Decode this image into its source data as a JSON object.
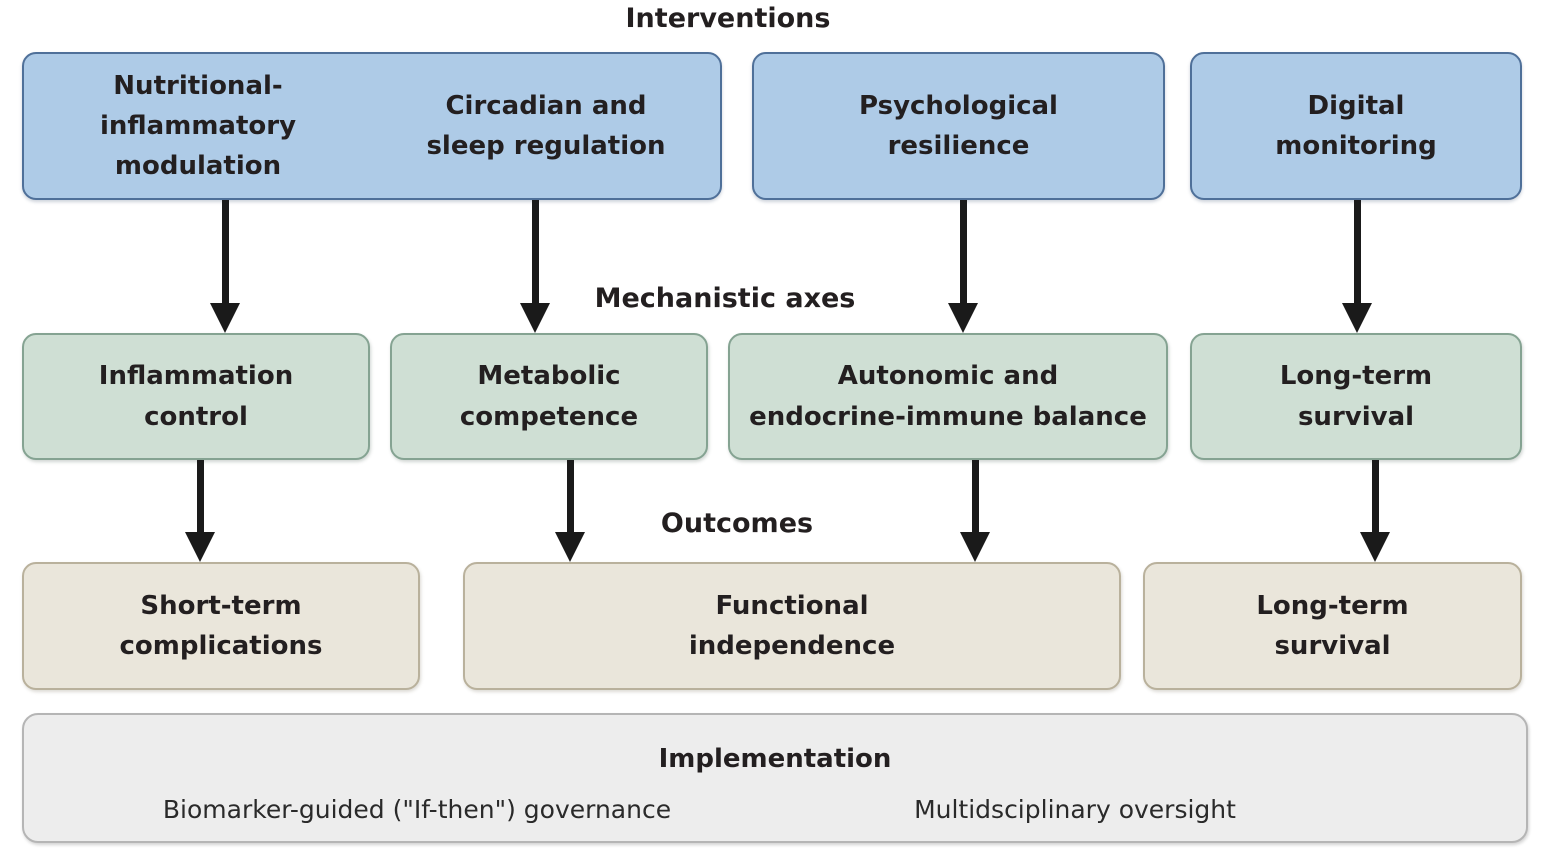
{
  "labels": {
    "interventions": "Interventions",
    "mechanistic_axes": "Mechanistic axes",
    "outcomes": "Outcomes"
  },
  "interventions": {
    "nutritional": "Nutritional-\ninflammatory\nmodulation",
    "circadian": "Circadian and\nsleep regulation",
    "psychological": "Psychological\nresilience",
    "digital": "Digital\nmonitoring"
  },
  "mechanisms": {
    "inflammation": "Inflammation\ncontrol",
    "metabolic": "Metabolic\ncompetence",
    "autonomic": "Autonomic and\nendocrine-immune balance",
    "long_term_survival": "Long-term\nsurvival"
  },
  "outcomes": {
    "short_term": "Short-term\ncomplications",
    "functional": "Functional\nindependence",
    "long_term": "Long-term\nsurvival"
  },
  "implementation": {
    "title": "Implementation",
    "governance": "Biomarker-guided (\"If-then\") governance",
    "oversight": "Multidsciplinary oversight"
  },
  "colors": {
    "intervention_fill": "#aecbe7",
    "intervention_border": "#4f7099",
    "mechanism_fill": "#cfdfd4",
    "mechanism_border": "#85a392",
    "outcome_fill": "#eae6db",
    "outcome_border": "#b9b19c",
    "implementation_fill": "#ededed",
    "implementation_border": "#b5b5b5",
    "arrow": "#1a1a1a",
    "text": "#231f20"
  }
}
